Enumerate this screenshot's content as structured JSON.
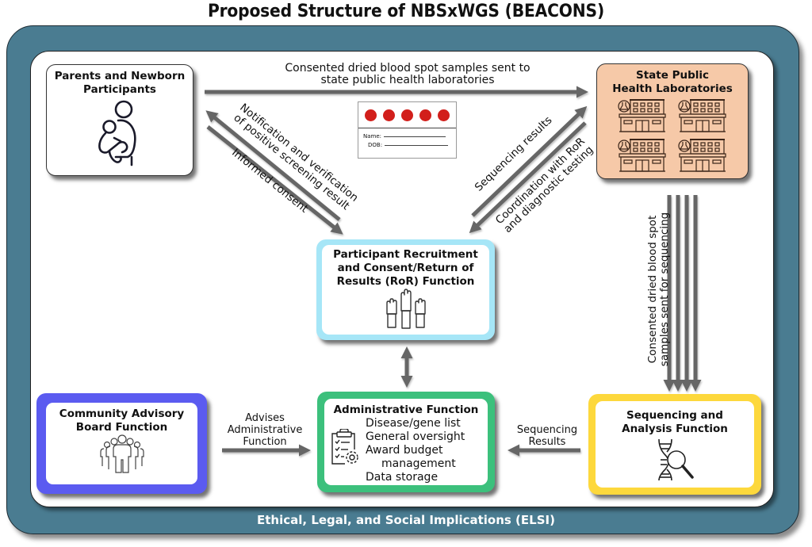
{
  "title": "Proposed Structure of NBSxWGS (BEACONS)",
  "footer": "Ethical, Legal, and Social Implications (ELSI)",
  "colors": {
    "outer_frame": "#4a7c91",
    "labs_fill": "#f6c9a8",
    "ror_border": "#a6e6f7",
    "community_border": "#5b5bf0",
    "admin_border": "#3cc07c",
    "sequencing_border": "#fdd83c",
    "arrow": "#666666",
    "blood_spot": "#d21f1b"
  },
  "nodes": {
    "parents": {
      "title_line1": "Parents and Newborn",
      "title_line2": "Participants",
      "icon": "parent-holding-baby-icon"
    },
    "labs": {
      "title_line1": "State Public",
      "title_line2": "Health Laboratories",
      "icon": "laboratory-building-icon"
    },
    "ror": {
      "title_line1": "Participant Recruitment",
      "title_line2": "and Consent/Return of",
      "title_line3": "Results (RoR) Function",
      "icon": "raised-hands-icon"
    },
    "community": {
      "title_line1": "Community Advisory",
      "title_line2": "Board Function",
      "icon": "group-of-people-icon"
    },
    "admin": {
      "title": "Administrative Function",
      "icon": "clipboard-gear-icon",
      "items": [
        "Disease/gene list",
        "General oversight",
        "Award budget",
        "management",
        "Data storage"
      ]
    },
    "sequencing": {
      "title_line1": "Sequencing and",
      "title_line2": "Analysis Function",
      "icon": "dna-magnifier-icon"
    }
  },
  "edges": {
    "parents_to_labs": {
      "line1": "Consented dried blood spot samples sent to",
      "line2": "state public health laboratories"
    },
    "notification": {
      "line1": "Notification and verification",
      "line2": "of positive screening result"
    },
    "informed_consent": "Informed consent",
    "sequencing_results_up": "Sequencing results",
    "coordination": {
      "line1": "Coordination with RoR",
      "line2": "and diagnostic testing"
    },
    "labs_to_sequencing": {
      "line1": "Consented dried blood spot",
      "line2": "samples sent for sequencing"
    },
    "advises": {
      "line1": "Advises",
      "line2": "Administrative",
      "line3": "Function"
    },
    "sequencing_to_admin": {
      "line1": "Sequencing",
      "line2": "Results"
    }
  },
  "blood_card": {
    "spots": 5,
    "name_label": "Name:",
    "dob_label": "DOB:"
  }
}
